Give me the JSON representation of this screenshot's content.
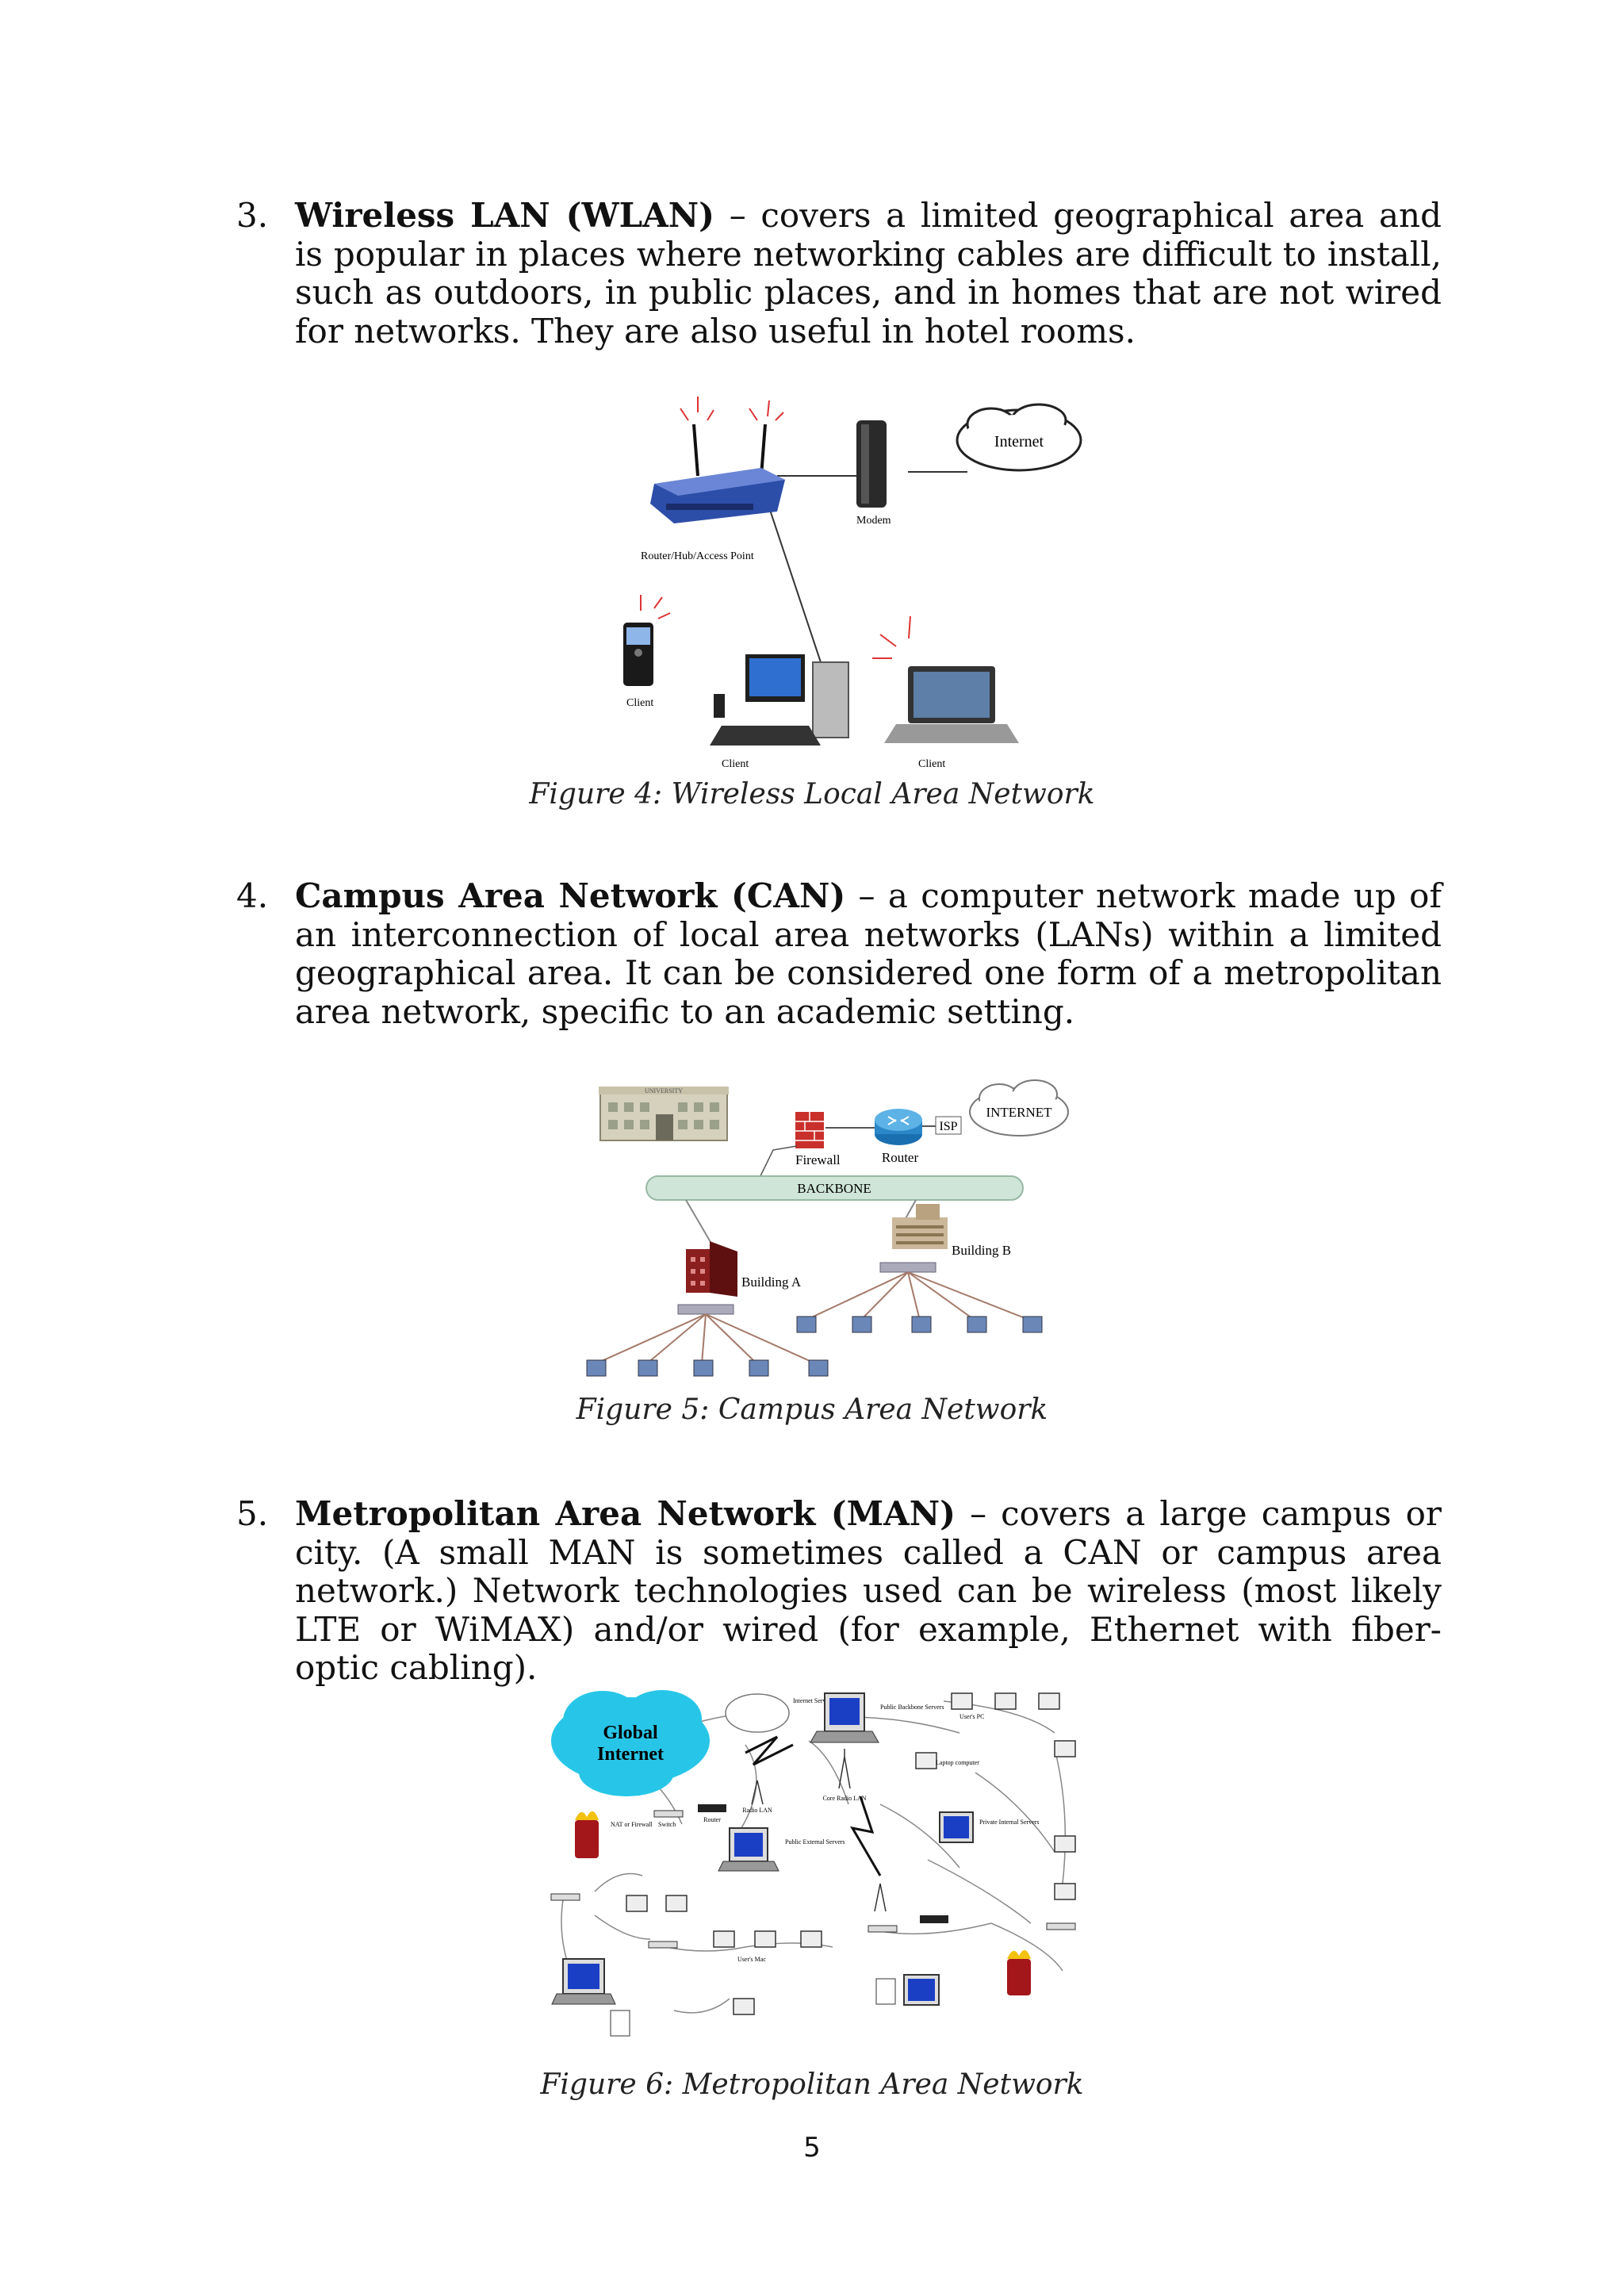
{
  "sections": [
    {
      "number": "3.",
      "term": "Wireless LAN (WLAN)",
      "text": " – covers a limited geographical area and is popular in places where networking cables are difficult to install, such as outdoors, in public places, and in homes that are not wired for networks. They are also useful in hotel rooms."
    },
    {
      "number": "4.",
      "term": "Campus Area Network (CAN)",
      "text": " – a computer network made up of an interconnection of local area networks (LANs) within a limited geographical area. It can be considered one form of a metropolitan area network, specific to an academic setting."
    },
    {
      "number": "5.",
      "term": "Metropolitan Area Network (MAN)",
      "text": " – covers a large campus or city. (A small MAN is sometimes called a CAN or campus area network.) Network technologies used can be wireless (most likely LTE or WiMAX) and/or wired (for example, Ethernet with fiber-optic cabling)."
    }
  ],
  "figures": {
    "wlan": {
      "caption": "Figure 4: Wireless Local Area Network",
      "labels": {
        "internet": "Internet",
        "modem": "Modem",
        "router": "Router/Hub/Access Point",
        "client_phone": "Client",
        "client_pc": "Client",
        "client_laptop": "Client"
      }
    },
    "can": {
      "caption": "Figure 5: Campus Area Network",
      "labels": {
        "internet": "INTERNET",
        "isp": "ISP",
        "router": "Router",
        "firewall": "Firewall",
        "backbone": "BACKBONE",
        "building_a": "Building A",
        "building_b": "Building B",
        "university": "UNIVERSITY"
      }
    },
    "man": {
      "caption": "Figure 6: Metropolitan Area Network",
      "labels": {
        "global_internet_1": "Global",
        "global_internet_2": "Internet",
        "isp": "Internet Service Provider",
        "public_backbone": "Public Backbone Servers",
        "users_pc": "User's PC",
        "laptop": "Laptop computer",
        "switch": "Switch",
        "router": "Router",
        "radio_lan": "Radio LAN",
        "core_radio_lan": "Core Radio LAN",
        "nat_firewall": "NAT or Firewall",
        "private_servers": "Private Internal Servers",
        "public_servers": "Public External Servers",
        "users_mac": "User's Mac"
      }
    }
  },
  "page_number": "5"
}
